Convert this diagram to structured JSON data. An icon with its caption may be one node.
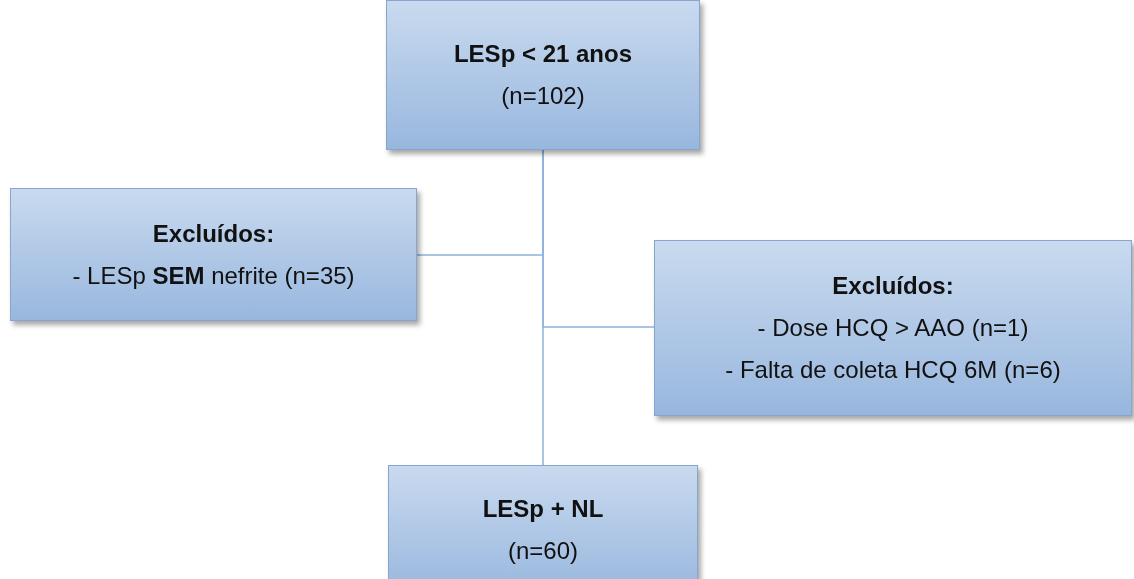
{
  "diagram": {
    "nodes": [
      {
        "text": [
          "LESp < 21 anos",
          "(n=102)"
        ]
      },
      {
        "text": [
          "Excluídos:",
          "- LESp **SEM** nefrite (n=35)"
        ]
      },
      {
        "text": [
          "Excluídos:",
          "- Dose HCQ > AAO (n=1)",
          "- Falta de coleta HCQ 6M (n=6)"
        ]
      },
      {
        "text": [
          "LESp + NL",
          "(n=60)"
        ]
      }
    ],
    "edges": [
      {
        "from": 0,
        "to": 3,
        "arrow": "none"
      },
      {
        "from": 0,
        "to": 1,
        "arrow": "none"
      },
      {
        "from": 0,
        "to": 2,
        "arrow": "none"
      }
    ]
  }
}
